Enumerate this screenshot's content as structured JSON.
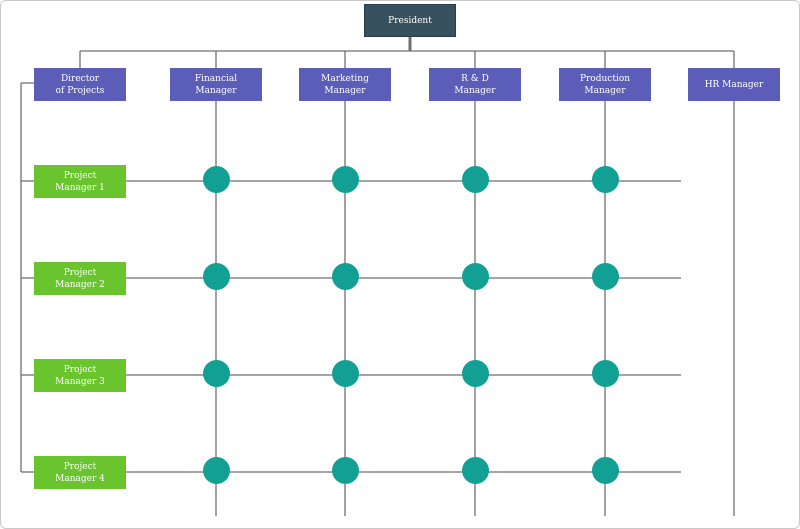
{
  "president": "President",
  "functional_managers": [
    "Director\nof Projects",
    "Financial\nManager",
    "Marketing\nManager",
    "R & D\nManager",
    "Production\nManager",
    "HR Manager"
  ],
  "project_managers": [
    "Project\nManager  1",
    "Project\nManager  2",
    "Project\nManager 3",
    "Project\nManager  4"
  ],
  "colors": {
    "president": "#37525e",
    "functional_manager": "#5b5db8",
    "project_manager": "#6ac42d",
    "node": "#12a094",
    "connector": "#6f6f6f"
  }
}
